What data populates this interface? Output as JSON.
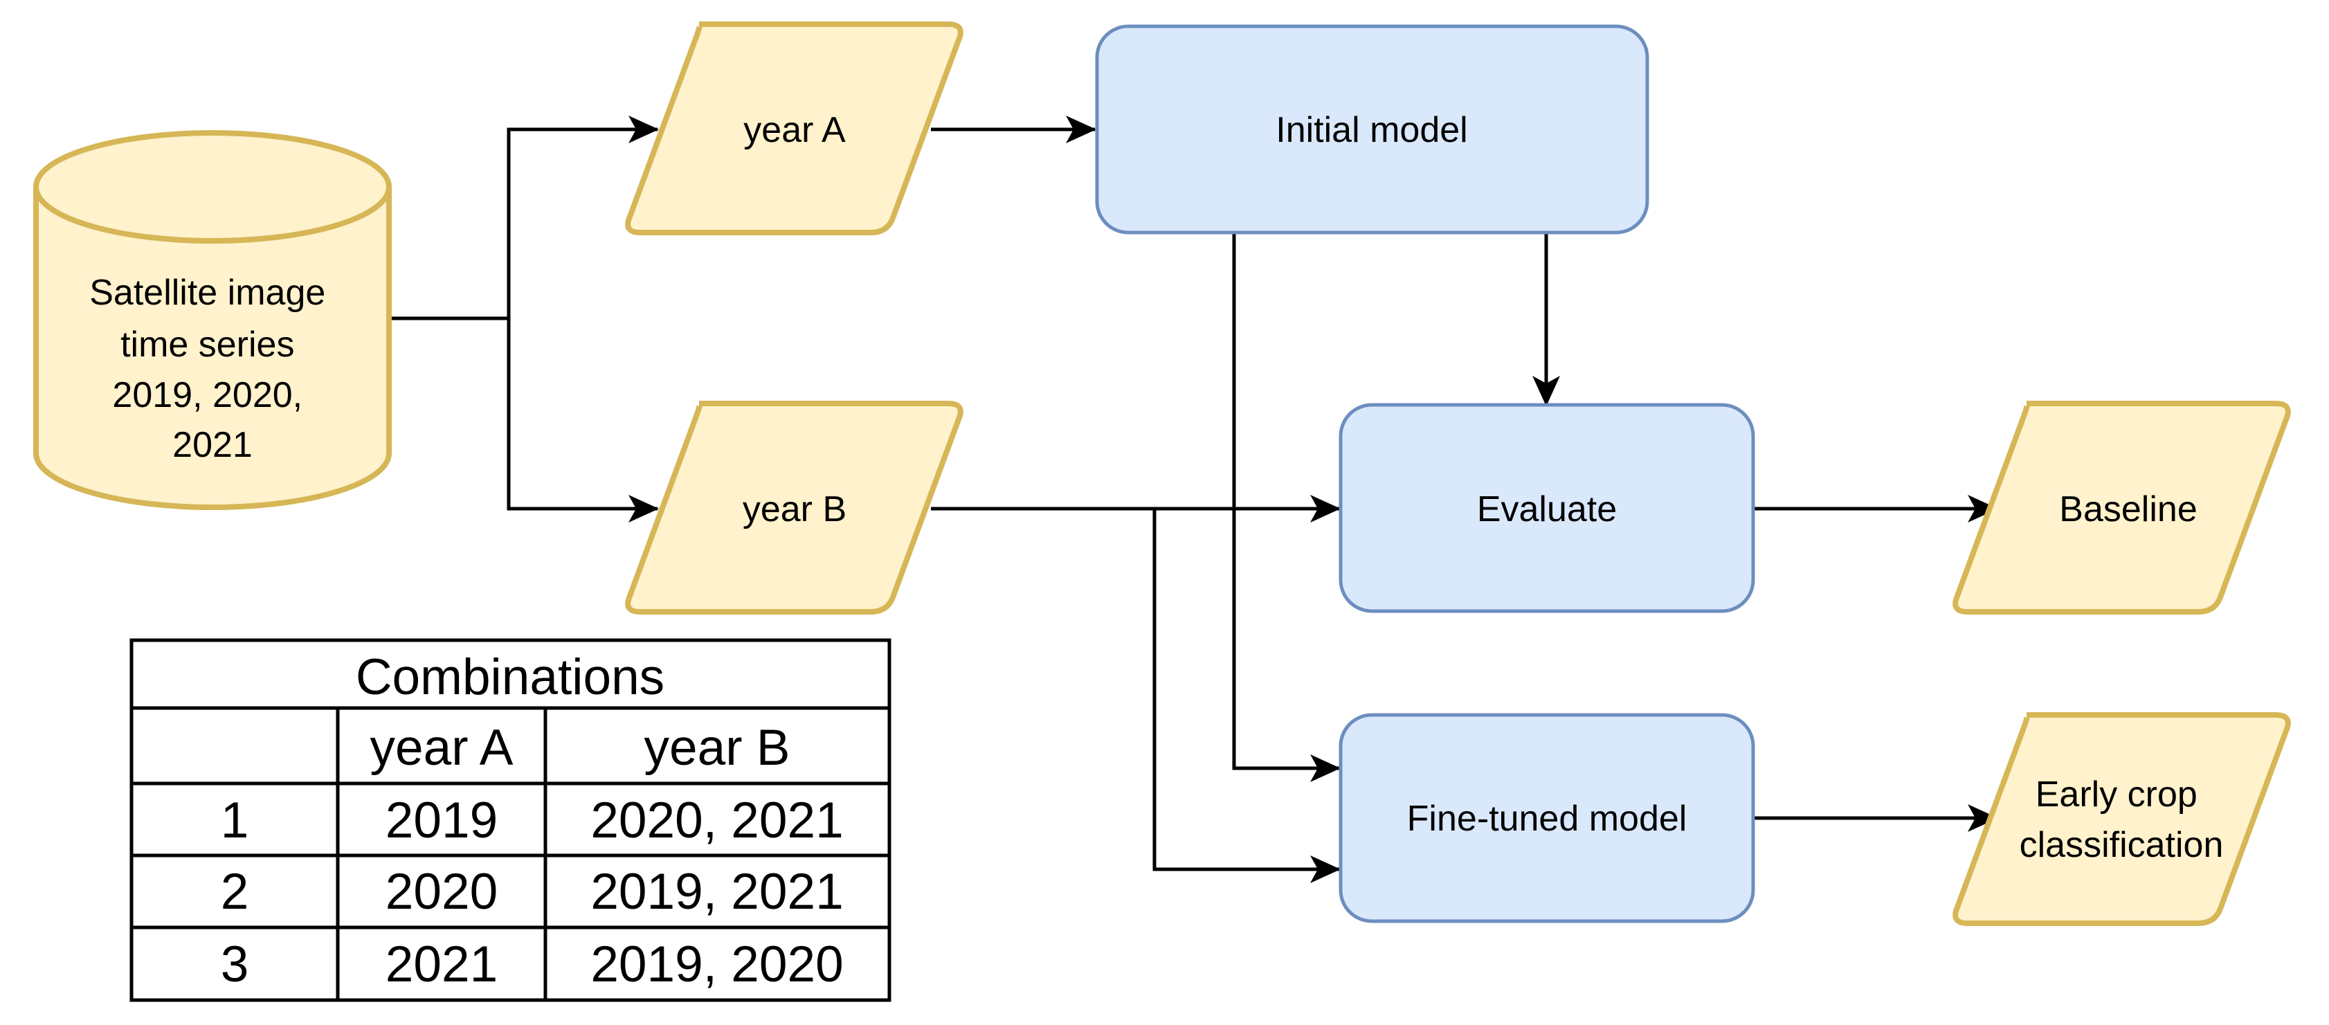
{
  "colors": {
    "data_fill": "#fff2cc",
    "data_stroke": "#d6b656",
    "process_fill": "#dae8fc",
    "process_stroke": "#6c8ebf",
    "edge": "#000000"
  },
  "nodes": {
    "database": {
      "lines": [
        "Satellite image",
        "time series",
        "2019, 2020,",
        "2021"
      ]
    },
    "year_a": "year A",
    "year_b": "year B",
    "initial_model": "Initial model",
    "evaluate": "Evaluate",
    "fine_tuned_model": "Fine-tuned model",
    "baseline": "Baseline",
    "early_crop": {
      "lines": [
        "Early crop",
        "classification"
      ]
    }
  },
  "table": {
    "title": "Combinations",
    "headers": [
      "",
      "year A",
      "year B"
    ],
    "rows": [
      [
        "1",
        "2019",
        "2020, 2021"
      ],
      [
        "2",
        "2020",
        "2019, 2021"
      ],
      [
        "3",
        "2021",
        "2019, 2020"
      ]
    ]
  }
}
